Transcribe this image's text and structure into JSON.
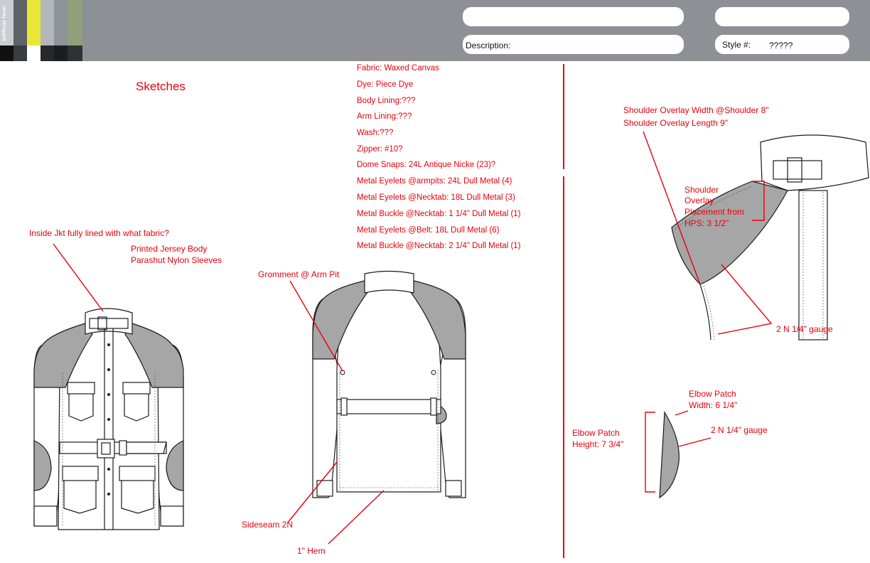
{
  "header": {
    "logo_text": "artificial fever",
    "swatch_colors": [
      "#c9ccd0",
      "#5f6368",
      "#e9e735",
      "#b4b7ba",
      "#8f949a",
      "#8fa07a"
    ],
    "name_field_value": "",
    "code_field_value": "",
    "description_label": "Description:",
    "description_value": "",
    "style_label": "Style #:",
    "style_value": "?????"
  },
  "page": {
    "title": "Sketches"
  },
  "specs": [
    "Fabric:  Waxed Canvas",
    "Dye: Piece Dye",
    "Body Lining:???",
    "Arm Lining:???",
    "Wash:???",
    "Zipper:  #10?",
    "Dome Snaps:  24L Antique Nicke (23)?",
    "Metal Eyelets @armpits:  24L Dull Metal (4)",
    "Metal Eyelets @Necktab:  18L Dull Metal (3)",
    "Metal Buckle @Necktab:   1 1/4\" Dull Metal (1)",
    "Metal Eyelets @Belt:  18L Dull Metal (6)",
    "Metal Buckle @Necktab:   2  1/4\" Dull Metal (1)"
  ],
  "annotations": {
    "lining_question": "Inside Jkt fully lined with what fabric?",
    "lining_body": "Printed Jersey Body",
    "lining_sleeves": "Parashut Nylon Sleeves",
    "gromment": "Gromment @ Arm Pit",
    "sideseam": "Sideseam 2N",
    "hem": "1\" Hem",
    "shoulder_width": "Shoulder Overlay Width @Shoulder 8\"",
    "shoulder_length": "Shoulder Overlay Length 9\"",
    "shoulder_placement_1": "Shoulder",
    "shoulder_placement_2": "Overlay",
    "shoulder_placement_3": "Placement from",
    "shoulder_placement_4": "HPS:  3 1/2\"",
    "shoulder_gauge": "2 N 1/4\" gauge",
    "elbow_width_1": "Elbow Patch",
    "elbow_width_2": "Width: 6 1/4\"",
    "elbow_gauge": "2 N 1/4\" gauge",
    "elbow_height_1": "Elbow Patch",
    "elbow_height_2": "Height: 7 3/4\""
  },
  "colors": {
    "header_bg": "#8d9196",
    "annotation": "#e8000b",
    "overlay_grey": "#a6a6a6",
    "outline": "#1a1a1a"
  }
}
